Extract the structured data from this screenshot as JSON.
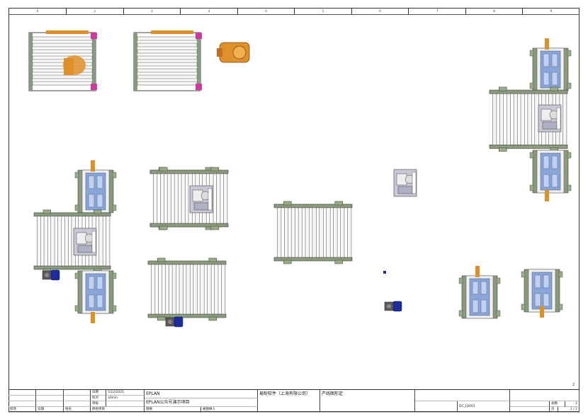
{
  "zones": [
    "0",
    "1",
    "2",
    "3",
    "4",
    "5",
    "6",
    "7",
    "8",
    "9"
  ],
  "sheet_marker": "2",
  "title_block": {
    "date_label": "日期",
    "date_value": "5/22/2021",
    "drawn_label": "校对",
    "drawn_value": "admin",
    "review_label": "审核",
    "approved_label": "原始项目",
    "product": "EPLAN",
    "project_desc": "EPLAN公众号演示项目",
    "company": "易盼软件（上海有限公司）",
    "line_title": "产线图形定",
    "replace_label": "替换",
    "replaced_by_label": "被替换人",
    "drawing_no": "DC_L0001",
    "sheet_label": "总数",
    "sheet_value": "2",
    "page_label": "页",
    "page_value": "1 / 2",
    "rev_cols": [
      "修改",
      "日期",
      "姓名"
    ]
  },
  "colors": {
    "frame": "#8a9a7e",
    "roller": "#f4f4f4",
    "accent_orange": "#e0902a",
    "accent_blue": "#8aa6d8",
    "motor": "#1c2c9c",
    "pink": "#d03aa0"
  }
}
